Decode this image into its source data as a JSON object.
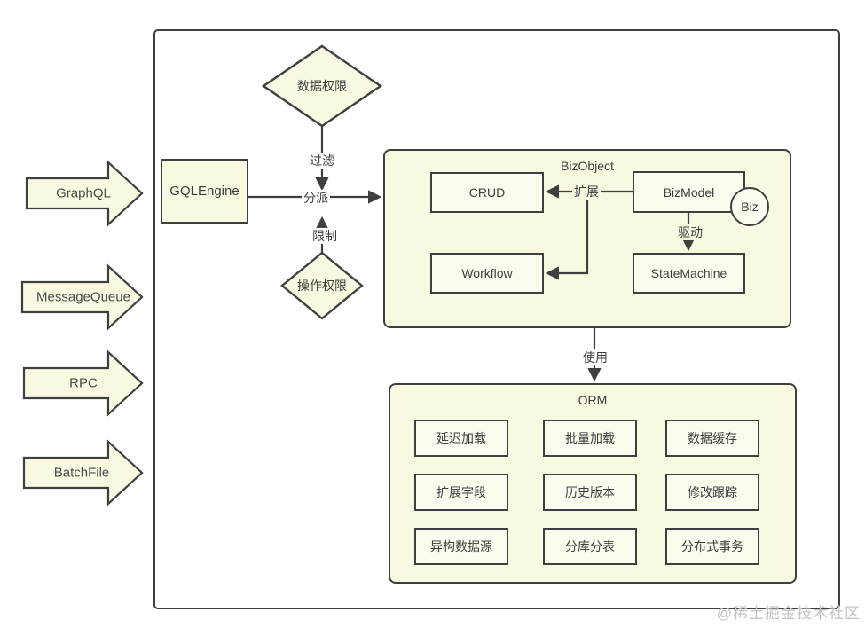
{
  "inputs": [
    {
      "label": "GraphQL"
    },
    {
      "label": "MessageQueue"
    },
    {
      "label": "RPC"
    },
    {
      "label": "BatchFile"
    }
  ],
  "engine": {
    "label": "GQLEngine"
  },
  "permissions": {
    "data": "数据权限",
    "operation": "操作权限"
  },
  "edges": {
    "filter": "过滤",
    "dispatch": "分派",
    "restrict": "限制",
    "extend": "扩展",
    "drive": "驱动",
    "use": "使用"
  },
  "biz_object": {
    "title": "BizObject",
    "crud": "CRUD",
    "workflow": "Workflow",
    "biz_model": "BizModel",
    "state_machine": "StateMachine",
    "biz_badge": "Biz"
  },
  "orm": {
    "title": "ORM",
    "features": [
      [
        "延迟加载",
        "批量加载",
        "数据缓存"
      ],
      [
        "扩展字段",
        "历史版本",
        "修改跟踪"
      ],
      [
        "异构数据源",
        "分库分表",
        "分布式事务"
      ]
    ]
  },
  "watermark": "@稀土掘金技术社区",
  "colors": {
    "shape_fill": "#f9f9e2",
    "box_fill": "#fcfcee",
    "stroke": "#3f3f3f",
    "text": "#3d3d3d",
    "watermark": "#c2c2c2",
    "canvas": "#ffffff"
  }
}
